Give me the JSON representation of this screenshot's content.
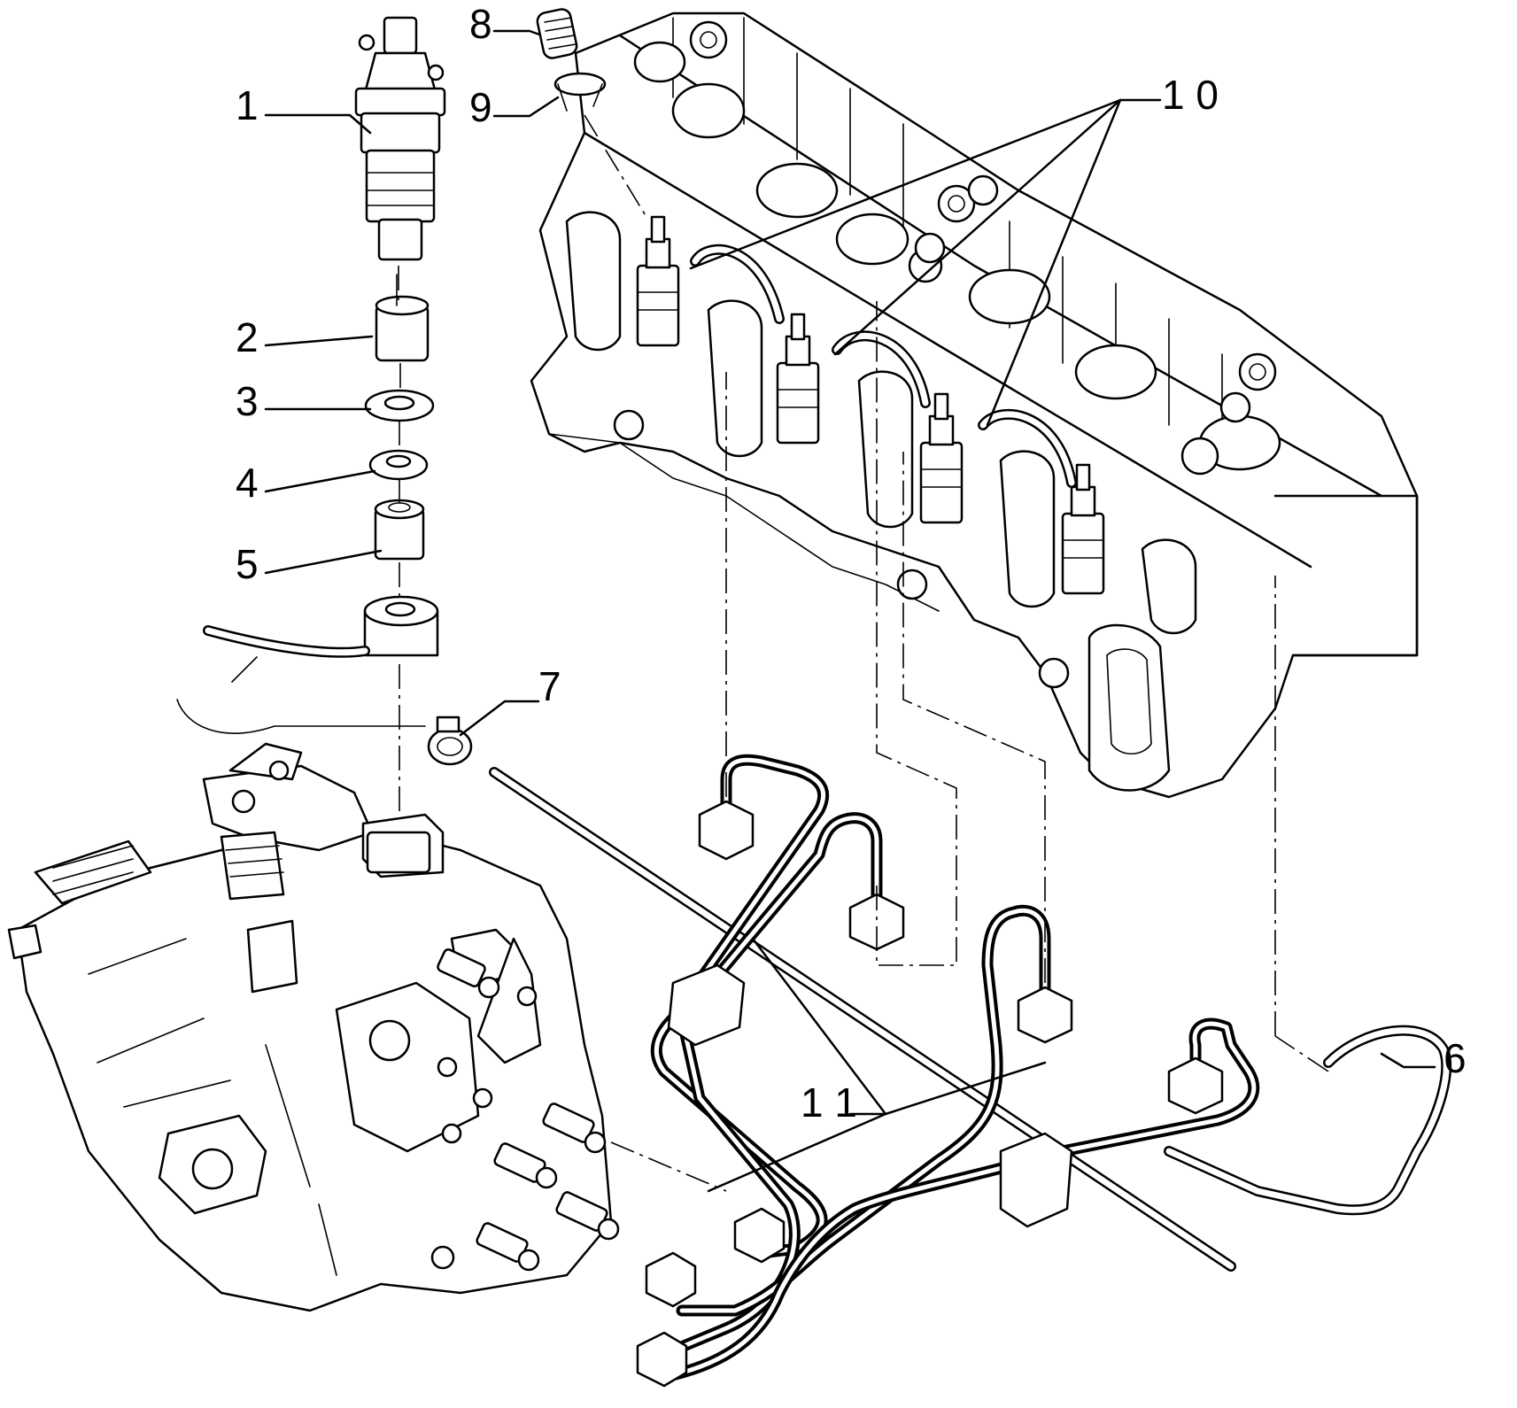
{
  "callouts": [
    {
      "id": "1",
      "text": "1"
    },
    {
      "id": "2",
      "text": "2"
    },
    {
      "id": "3",
      "text": "3"
    },
    {
      "id": "4",
      "text": "4"
    },
    {
      "id": "5",
      "text": "5"
    },
    {
      "id": "6",
      "text": "6"
    },
    {
      "id": "7",
      "text": "7"
    },
    {
      "id": "8",
      "text": "8"
    },
    {
      "id": "9",
      "text": "9"
    },
    {
      "id": "10",
      "text": "1 0"
    },
    {
      "id": "11",
      "text": "1 1"
    }
  ],
  "colors": {
    "line": "#000000",
    "background": "#ffffff"
  }
}
